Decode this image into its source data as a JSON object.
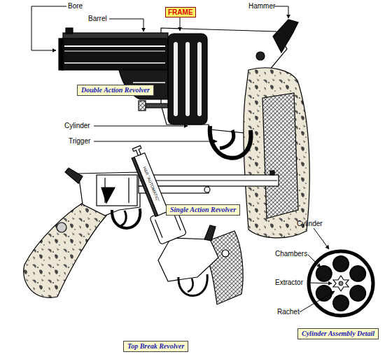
{
  "diagram": {
    "nodes": [
      {
        "text": [
          "FRAME"
        ]
      },
      {
        "text": [
          "Double Action Revolver"
        ]
      },
      {
        "text": [
          "Single Action Revolver"
        ]
      },
      {
        "text": [
          "Cylinder Assembly Detail"
        ]
      },
      {
        "text": [
          "Top Break Revolver"
        ]
      }
    ],
    "labels": [
      "Bore",
      "Barrel",
      "Hammer",
      "Cylinder",
      "Trigger",
      "H&R \"AUTOMATIC\"",
      "Cylinder",
      "Chambers",
      "Extractor",
      "Rachet"
    ]
  }
}
